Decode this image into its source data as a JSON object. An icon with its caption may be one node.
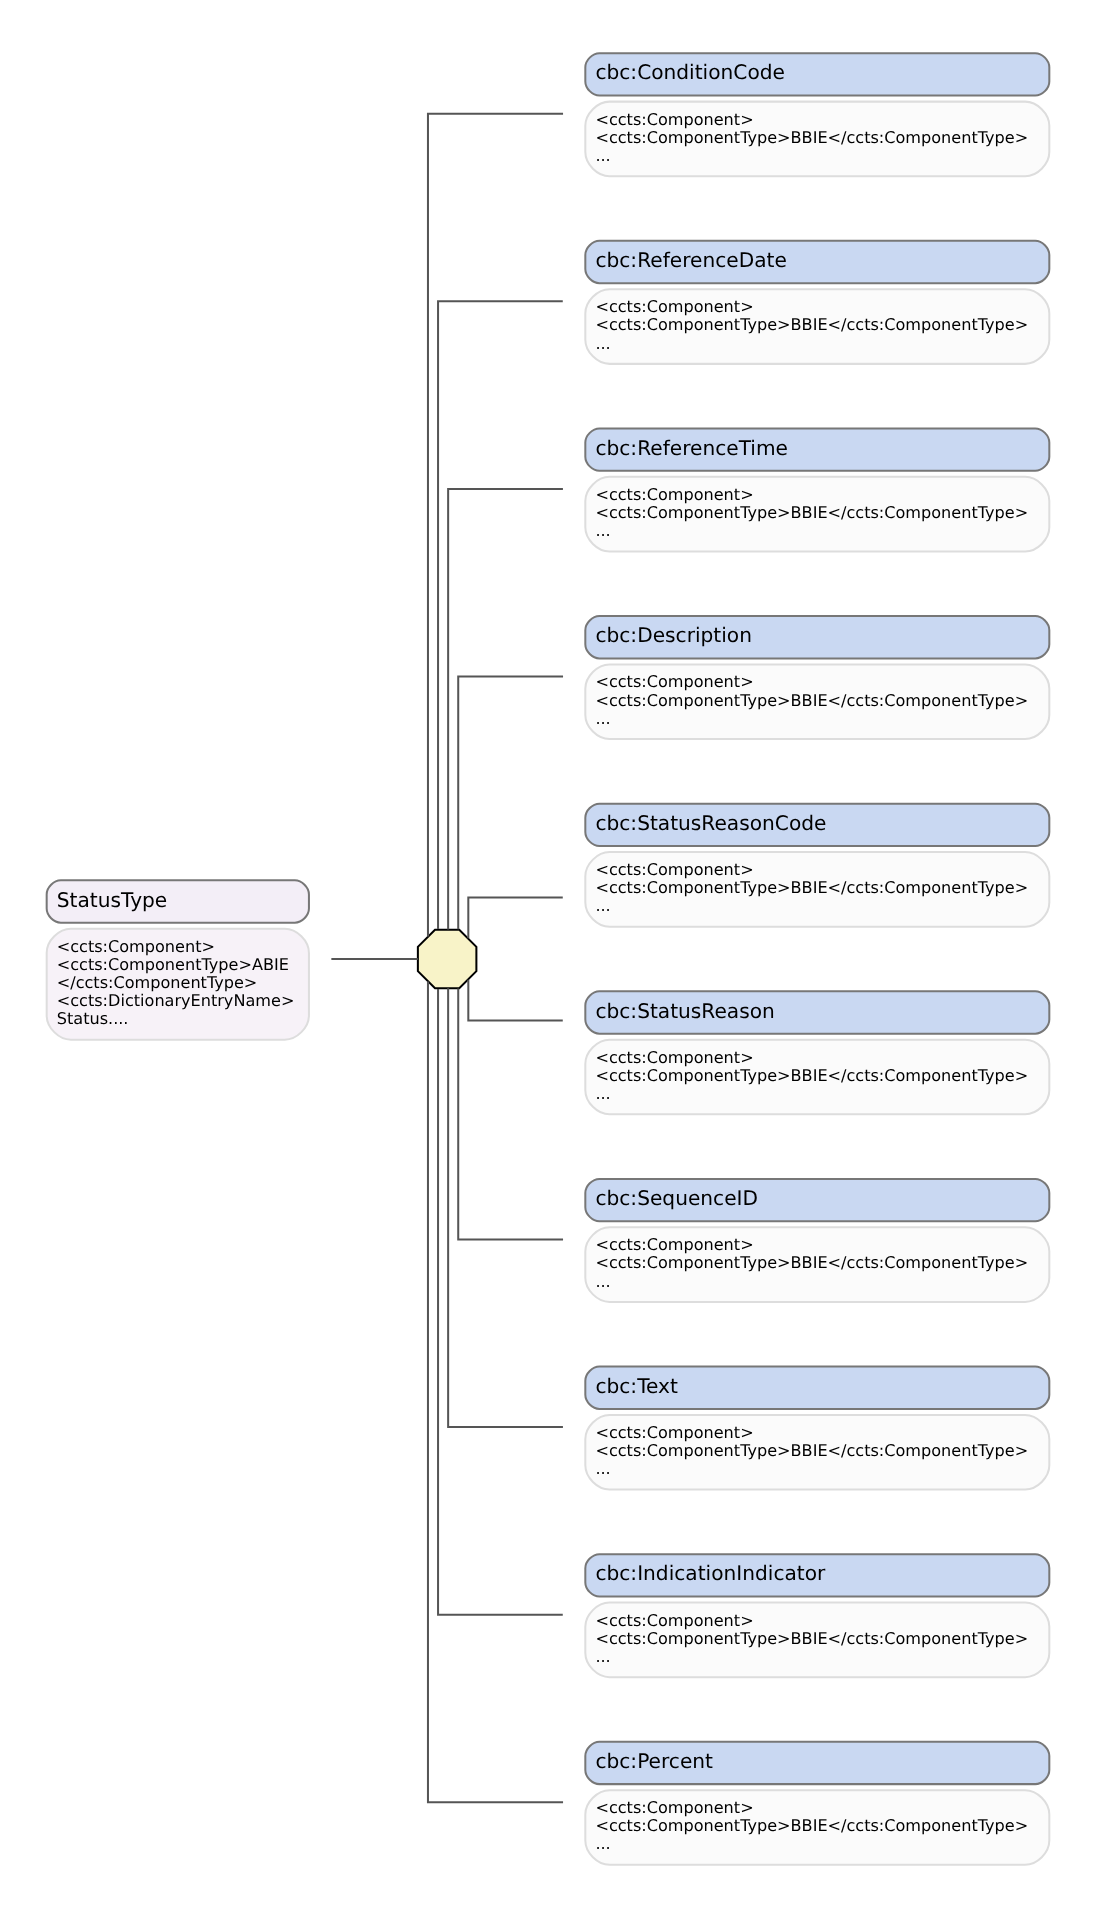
{
  "diagram": {
    "nodes": [
      {
        "text": [
          "StatusType",
          "<ccts:Component> <ccts:ComponentType>ABIE </ccts:ComponentType> <ccts:DictionaryEntryName> Status...."
        ]
      },
      {
        "text": [],
        "shape": "octagon"
      },
      {
        "text": [
          "cbc:ConditionCode",
          "<ccts:Component> <ccts:ComponentType>BBIE</ccts:ComponentType> ..."
        ]
      },
      {
        "text": [
          "cbc:ReferenceDate",
          "<ccts:Component> <ccts:ComponentType>BBIE</ccts:ComponentType> ..."
        ]
      },
      {
        "text": [
          "cbc:ReferenceTime",
          "<ccts:Component> <ccts:ComponentType>BBIE</ccts:ComponentType> ..."
        ]
      },
      {
        "text": [
          "cbc:Description",
          "<ccts:Component> <ccts:ComponentType>BBIE</ccts:ComponentType> ..."
        ]
      },
      {
        "text": [
          "cbc:StatusReasonCode",
          "<ccts:Component> <ccts:ComponentType>BBIE</ccts:ComponentType> ..."
        ]
      },
      {
        "text": [
          "cbc:StatusReason",
          "<ccts:Component> <ccts:ComponentType>BBIE</ccts:ComponentType> ..."
        ]
      },
      {
        "text": [
          "cbc:SequenceID",
          "<ccts:Component> <ccts:ComponentType>BBIE</ccts:ComponentType> ..."
        ]
      },
      {
        "text": [
          "cbc:Text",
          "<ccts:Component> <ccts:ComponentType>BBIE</ccts:ComponentType> ..."
        ]
      },
      {
        "text": [
          "cbc:IndicationIndicator",
          "<ccts:Component> <ccts:ComponentType>BBIE</ccts:ComponentType> ..."
        ]
      },
      {
        "text": [
          "cbc:Percent",
          "<ccts:Component> <ccts:ComponentType>BBIE</ccts:ComponentType> ..."
        ]
      }
    ],
    "edges": [
      {
        "from": 0,
        "to": 1,
        "arrow": "none"
      },
      {
        "from": 1,
        "to": 2,
        "arrow": "none"
      },
      {
        "from": 1,
        "to": 3,
        "arrow": "none"
      },
      {
        "from": 1,
        "to": 4,
        "arrow": "none"
      },
      {
        "from": 1,
        "to": 5,
        "arrow": "none"
      },
      {
        "from": 1,
        "to": 6,
        "arrow": "none"
      },
      {
        "from": 1,
        "to": 7,
        "arrow": "none"
      },
      {
        "from": 1,
        "to": 8,
        "arrow": "none"
      },
      {
        "from": 1,
        "to": 9,
        "arrow": "none"
      },
      {
        "from": 1,
        "to": 10,
        "arrow": "none"
      },
      {
        "from": 1,
        "to": 11,
        "arrow": "none"
      }
    ]
  }
}
